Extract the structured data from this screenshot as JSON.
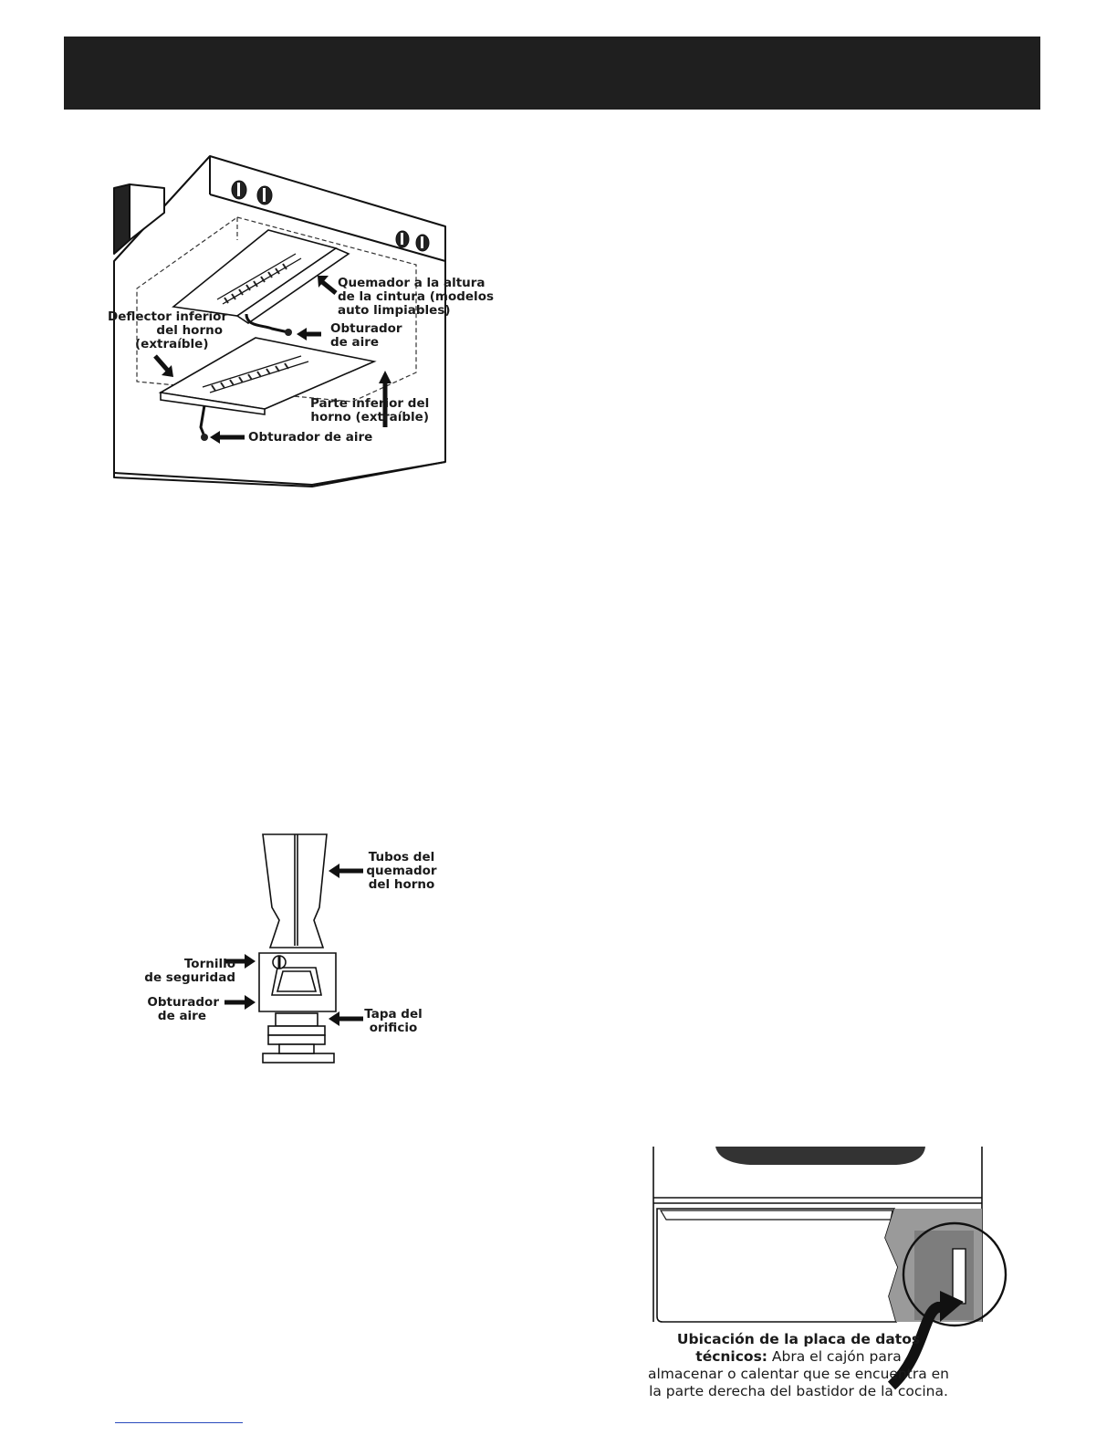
{
  "figure1": {
    "label_burner": [
      "Quemador a la altura",
      "de la cintura (modelos",
      "auto limpiables)"
    ],
    "label_deflector": [
      "Deflector inferior",
      "del horno",
      "(extraíble)"
    ],
    "label_shutter_top": [
      "Obturador",
      "de aire"
    ],
    "label_bottom": [
      "Parte inferior del",
      "horno (extraíble)"
    ],
    "label_shutter_bottom": "Obturador de aire"
  },
  "figure2": {
    "label_tubes": [
      "Tubos del",
      "quemador",
      "del horno"
    ],
    "label_screw": [
      "Tornillo",
      "de seguridad"
    ],
    "label_shutter": [
      "Obturador",
      "de aire"
    ],
    "label_cap": [
      "Tapa del",
      "orificio"
    ]
  },
  "figure3": {
    "caption_bold_1": "Ubicación de la placa de datos",
    "caption_bold_2": "técnicos:",
    "caption_rest_2": " Abra el cajón para",
    "caption_line_3": "almacenar o calentar que se encuentra en",
    "caption_line_4": "la parte derecha del bastidor de la cocina."
  },
  "colors": {
    "header": "#1f1f1f",
    "link": "#2a4bbd"
  }
}
